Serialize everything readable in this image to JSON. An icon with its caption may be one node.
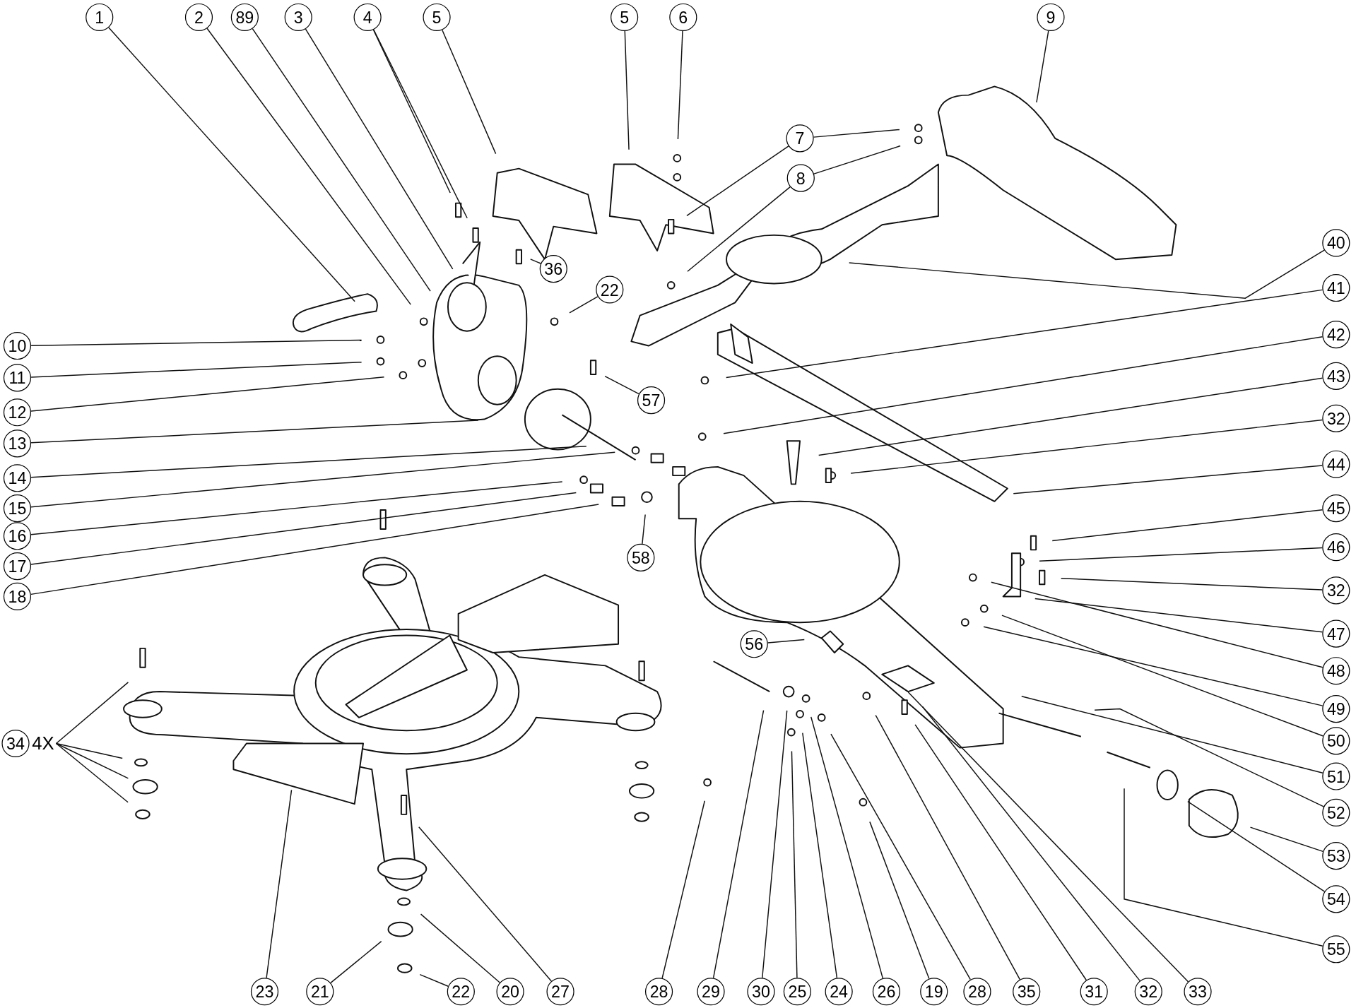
{
  "diagram": {
    "nodes": [
      {
        "text": [
          "1"
        ]
      },
      {
        "text": [
          "2"
        ]
      },
      {
        "text": [
          "89"
        ]
      },
      {
        "text": [
          "3"
        ]
      },
      {
        "text": [
          "4"
        ]
      },
      {
        "text": [
          "5"
        ]
      },
      {
        "text": [
          "5"
        ]
      },
      {
        "text": [
          "6"
        ]
      },
      {
        "text": [
          "9"
        ]
      },
      {
        "text": [
          "7"
        ]
      },
      {
        "text": [
          "8"
        ]
      },
      {
        "text": [
          "36"
        ]
      },
      {
        "text": [
          "22"
        ]
      },
      {
        "text": [
          "40"
        ]
      },
      {
        "text": [
          "41"
        ]
      },
      {
        "text": [
          "42"
        ]
      },
      {
        "text": [
          "43"
        ]
      },
      {
        "text": [
          "32"
        ]
      },
      {
        "text": [
          "44"
        ]
      },
      {
        "text": [
          "45"
        ]
      },
      {
        "text": [
          "46"
        ]
      },
      {
        "text": [
          "32"
        ]
      },
      {
        "text": [
          "47"
        ]
      },
      {
        "text": [
          "48"
        ]
      },
      {
        "text": [
          "49"
        ]
      },
      {
        "text": [
          "50"
        ]
      },
      {
        "text": [
          "51"
        ]
      },
      {
        "text": [
          "52"
        ]
      },
      {
        "text": [
          "53"
        ]
      },
      {
        "text": [
          "54"
        ]
      },
      {
        "text": [
          "55"
        ]
      },
      {
        "text": [
          "10"
        ]
      },
      {
        "text": [
          "11"
        ]
      },
      {
        "text": [
          "12"
        ]
      },
      {
        "text": [
          "13"
        ]
      },
      {
        "text": [
          "14"
        ]
      },
      {
        "text": [
          "15"
        ]
      },
      {
        "text": [
          "16"
        ]
      },
      {
        "text": [
          "17"
        ]
      },
      {
        "text": [
          "18"
        ]
      },
      {
        "text": [
          "57"
        ]
      },
      {
        "text": [
          "58"
        ]
      },
      {
        "text": [
          "56"
        ]
      },
      {
        "text": [
          "34"
        ],
        "beside": [
          "4X"
        ]
      },
      {
        "text": [
          "23"
        ]
      },
      {
        "text": [
          "21"
        ]
      },
      {
        "text": [
          "22"
        ]
      },
      {
        "text": [
          "20"
        ]
      },
      {
        "text": [
          "27"
        ]
      },
      {
        "text": [
          "28"
        ]
      },
      {
        "text": [
          "29"
        ]
      },
      {
        "text": [
          "30"
        ]
      },
      {
        "text": [
          "25"
        ]
      },
      {
        "text": [
          "24"
        ]
      },
      {
        "text": [
          "26"
        ]
      },
      {
        "text": [
          "19"
        ]
      },
      {
        "text": [
          "28"
        ]
      },
      {
        "text": [
          "35"
        ]
      },
      {
        "text": [
          "31"
        ]
      },
      {
        "text": [
          "32"
        ]
      },
      {
        "text": [
          "33"
        ]
      }
    ],
    "edges": [
      {
        "from": 0,
        "to": null,
        "arrow": "none"
      },
      {
        "from": 1,
        "to": null,
        "arrow": "none"
      },
      {
        "from": 2,
        "to": null,
        "arrow": "none"
      },
      {
        "from": 3,
        "to": null,
        "arrow": "none"
      },
      {
        "from": 4,
        "to": null,
        "arrow": "none"
      },
      {
        "from": 4,
        "to": null,
        "arrow": "none"
      },
      {
        "from": 5,
        "to": null,
        "arrow": "none"
      },
      {
        "from": 6,
        "to": null,
        "arrow": "none"
      },
      {
        "from": 7,
        "to": null,
        "arrow": "none"
      },
      {
        "from": 8,
        "to": null,
        "arrow": "none"
      },
      {
        "from": 9,
        "to": null,
        "arrow": "none"
      },
      {
        "from": 9,
        "to": null,
        "arrow": "none"
      },
      {
        "from": 10,
        "to": null,
        "arrow": "none"
      },
      {
        "from": 10,
        "to": null,
        "arrow": "none"
      },
      {
        "from": 11,
        "to": null,
        "arrow": "none"
      },
      {
        "from": 12,
        "to": null,
        "arrow": "none"
      },
      {
        "from": 13,
        "to": null,
        "arrow": "none"
      },
      {
        "from": 14,
        "to": null,
        "arrow": "none"
      },
      {
        "from": 15,
        "to": null,
        "arrow": "none"
      },
      {
        "from": 16,
        "to": null,
        "arrow": "none"
      },
      {
        "from": 17,
        "to": null,
        "arrow": "none"
      },
      {
        "from": 18,
        "to": null,
        "arrow": "none"
      },
      {
        "from": 19,
        "to": null,
        "arrow": "none"
      },
      {
        "from": 20,
        "to": null,
        "arrow": "none"
      },
      {
        "from": 21,
        "to": null,
        "arrow": "none"
      },
      {
        "from": 22,
        "to": null,
        "arrow": "none"
      },
      {
        "from": 23,
        "to": null,
        "arrow": "none"
      },
      {
        "from": 24,
        "to": null,
        "arrow": "none"
      },
      {
        "from": 25,
        "to": null,
        "arrow": "none"
      },
      {
        "from": 26,
        "to": null,
        "arrow": "none"
      },
      {
        "from": 27,
        "to": null,
        "arrow": "none"
      },
      {
        "from": 28,
        "to": null,
        "arrow": "none"
      },
      {
        "from": 29,
        "to": null,
        "arrow": "none"
      },
      {
        "from": 30,
        "to": null,
        "arrow": "none"
      },
      {
        "from": 31,
        "to": null,
        "arrow": "none"
      },
      {
        "from": 32,
        "to": null,
        "arrow": "none"
      },
      {
        "from": 33,
        "to": null,
        "arrow": "none"
      },
      {
        "from": 34,
        "to": null,
        "arrow": "none"
      },
      {
        "from": 35,
        "to": null,
        "arrow": "none"
      },
      {
        "from": 36,
        "to": null,
        "arrow": "none"
      },
      {
        "from": 37,
        "to": null,
        "arrow": "none"
      },
      {
        "from": 38,
        "to": null,
        "arrow": "none"
      },
      {
        "from": 39,
        "to": null,
        "arrow": "none"
      },
      {
        "from": 40,
        "to": null,
        "arrow": "none"
      },
      {
        "from": 41,
        "to": null,
        "arrow": "none"
      },
      {
        "from": 42,
        "to": null,
        "arrow": "none"
      },
      {
        "from": 43,
        "to": null,
        "arrow": "none"
      },
      {
        "from": 43,
        "to": null,
        "arrow": "none"
      },
      {
        "from": 43,
        "to": null,
        "arrow": "none"
      },
      {
        "from": 43,
        "to": null,
        "arrow": "none"
      },
      {
        "from": 44,
        "to": null,
        "arrow": "none"
      },
      {
        "from": 45,
        "to": null,
        "arrow": "none"
      },
      {
        "from": 46,
        "to": null,
        "arrow": "none"
      },
      {
        "from": 47,
        "to": null,
        "arrow": "none"
      },
      {
        "from": 48,
        "to": null,
        "arrow": "none"
      },
      {
        "from": 49,
        "to": null,
        "arrow": "none"
      },
      {
        "from": 50,
        "to": null,
        "arrow": "none"
      },
      {
        "from": 51,
        "to": null,
        "arrow": "none"
      },
      {
        "from": 52,
        "to": null,
        "arrow": "none"
      },
      {
        "from": 53,
        "to": null,
        "arrow": "none"
      },
      {
        "from": 54,
        "to": null,
        "arrow": "none"
      },
      {
        "from": 55,
        "to": null,
        "arrow": "none"
      },
      {
        "from": 56,
        "to": null,
        "arrow": "none"
      },
      {
        "from": 57,
        "to": null,
        "arrow": "none"
      },
      {
        "from": 58,
        "to": null,
        "arrow": "none"
      },
      {
        "from": 59,
        "to": null,
        "arrow": "none"
      },
      {
        "from": 60,
        "to": null,
        "arrow": "none"
      }
    ]
  }
}
